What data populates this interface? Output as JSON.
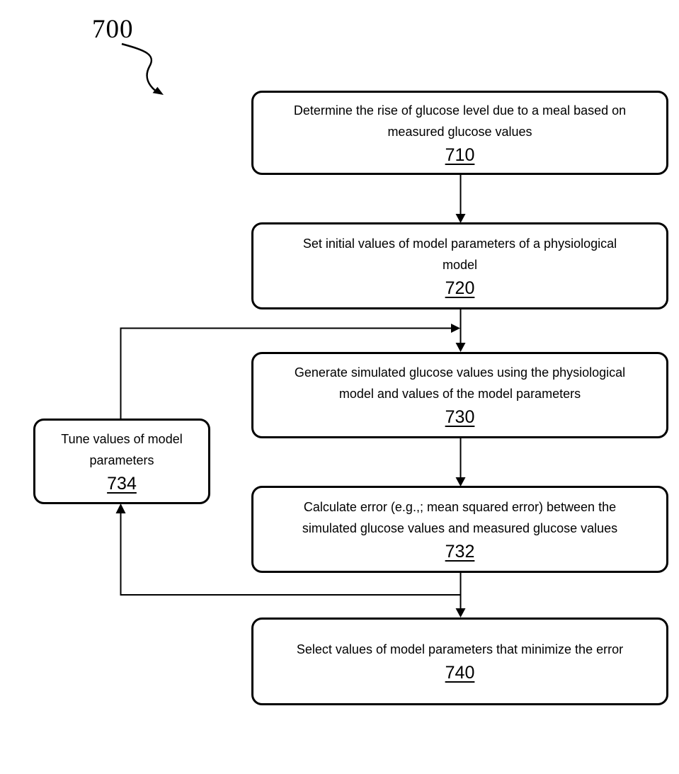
{
  "figure": {
    "label": "700"
  },
  "colors": {
    "ink": "#000000",
    "background": "#ffffff"
  },
  "flowchart": {
    "boxes": [
      {
        "ref": "710",
        "text": "Determine the rise of glucose level due to a meal based on\nmeasured glucose values"
      },
      {
        "ref": "720",
        "text": "Set initial values of model parameters of a physiological\nmodel"
      },
      {
        "ref": "730",
        "text": "Generate simulated glucose values using the physiological\nmodel and values of the model parameters"
      },
      {
        "ref": "732",
        "text": "Calculate error (e.g.,; mean squared error) between the\nsimulated glucose values and measured glucose values"
      },
      {
        "ref": "740",
        "text": "Select values of model parameters that minimize the error"
      },
      {
        "ref": "734",
        "text": "Tune values of model\nparameters"
      }
    ],
    "edges": [
      {
        "from": "710",
        "to": "720"
      },
      {
        "from": "720",
        "to": "730"
      },
      {
        "from": "730",
        "to": "732"
      },
      {
        "from": "732",
        "to": "740"
      },
      {
        "from": "732",
        "to": "734"
      },
      {
        "from": "734",
        "to": "730"
      }
    ]
  }
}
